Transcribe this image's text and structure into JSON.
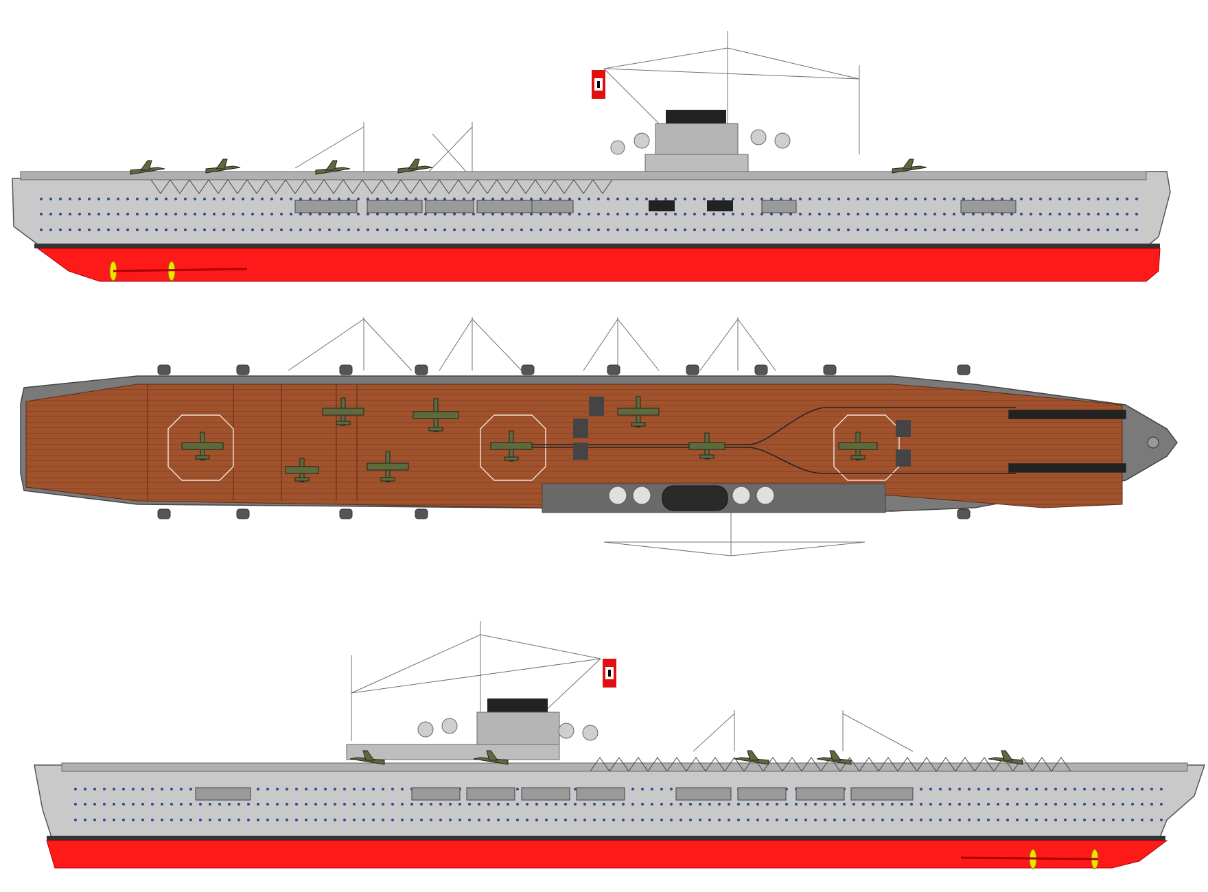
{
  "views": [
    {
      "id": "starboard-profile",
      "kind": "profile",
      "direction": "bow-right"
    },
    {
      "id": "plan-view",
      "kind": "plan"
    },
    {
      "id": "port-profile",
      "kind": "profile",
      "direction": "bow-left"
    }
  ],
  "colors": {
    "hull_grey": "#c9c9c9",
    "hull_dark": "#8a8a8a",
    "antifouling_red": "#ff1a1a",
    "flight_deck_wood": "#a0522d",
    "deck_plank_line": "#8a4424",
    "deck_edge_grey": "#6e6e6e",
    "porthole_blue": "#2a4a9a",
    "funnel_black": "#222222",
    "aircraft_green": "#5d6b3c",
    "propeller_yellow": "#f2e200",
    "flag_red": "#e01010",
    "rigging": "#707070"
  },
  "aircraft_icons": [
    "dive-bomber-icon",
    "fighter-icon",
    "torpedo-bomber-icon"
  ],
  "flag_icon": "war-ensign-flag-icon"
}
